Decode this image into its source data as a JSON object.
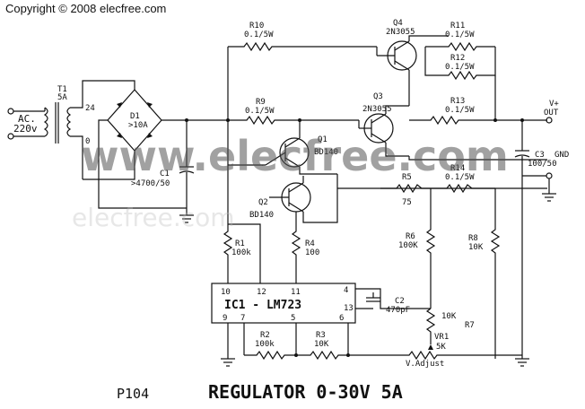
{
  "copyright": "Copyright ©  2008 elecfree.com",
  "watermark": "www.elecfree.com",
  "watermark_faint": "elecfree.com",
  "footer": {
    "code": "P104",
    "title": "REGULATOR 0-30V 5A"
  },
  "input": {
    "line1": "AC.",
    "line2": "220v"
  },
  "transformer": {
    "ref": "T1",
    "rating": "5A",
    "tap_hi": "24",
    "tap_lo": "0"
  },
  "bridge": {
    "ref": "D1",
    "rating": ">10A"
  },
  "c1": {
    "ref": "C1",
    "value": ">4700/50"
  },
  "resistors": {
    "r10": {
      "ref": "R10",
      "value": "0.1/5W"
    },
    "r9": {
      "ref": "R9",
      "value": "0.1/5W"
    },
    "r11": {
      "ref": "R11",
      "value": "0.1/5W"
    },
    "r12": {
      "ref": "R12",
      "value": "0.1/5W"
    },
    "r13": {
      "ref": "R13",
      "value": "0.1/5W"
    },
    "r14": {
      "ref": "R14",
      "value": "0.1/5W"
    },
    "r5": {
      "ref": "R5",
      "value": "75"
    },
    "r1": {
      "ref": "R1",
      "value": "100k"
    },
    "r4": {
      "ref": "R4",
      "value": "100"
    },
    "r6": {
      "ref": "R6",
      "value": "100K"
    },
    "r8": {
      "ref": "R8",
      "value": "10K"
    },
    "r2": {
      "ref": "R2",
      "value": "100k"
    },
    "r3": {
      "ref": "R3",
      "value": "10K"
    },
    "r7": {
      "ref": "R7",
      "value": "10K"
    }
  },
  "transistors": {
    "q1": {
      "ref": "Q1",
      "part": "BD140"
    },
    "q2": {
      "ref": "Q2",
      "part": "BD140"
    },
    "q3": {
      "ref": "Q3",
      "part": "2N3055"
    },
    "q4": {
      "ref": "Q4",
      "part": "2N3055"
    }
  },
  "ic": {
    "label": "IC1 - LM723",
    "p10": "10",
    "p12": "12",
    "p11": "11",
    "p4": "4",
    "p13": "13",
    "p9": "9",
    "p7": "7",
    "p5": "5",
    "p6": "6"
  },
  "c2": {
    "ref": "C2",
    "value": "470pF"
  },
  "c3": {
    "ref": "C3",
    "value": "100/50"
  },
  "vr1": {
    "ref": "VR1",
    "value": "5K",
    "label": "V.Adjust"
  },
  "output": {
    "vplus": "V+",
    "out": "OUT",
    "gnd": "GND"
  }
}
